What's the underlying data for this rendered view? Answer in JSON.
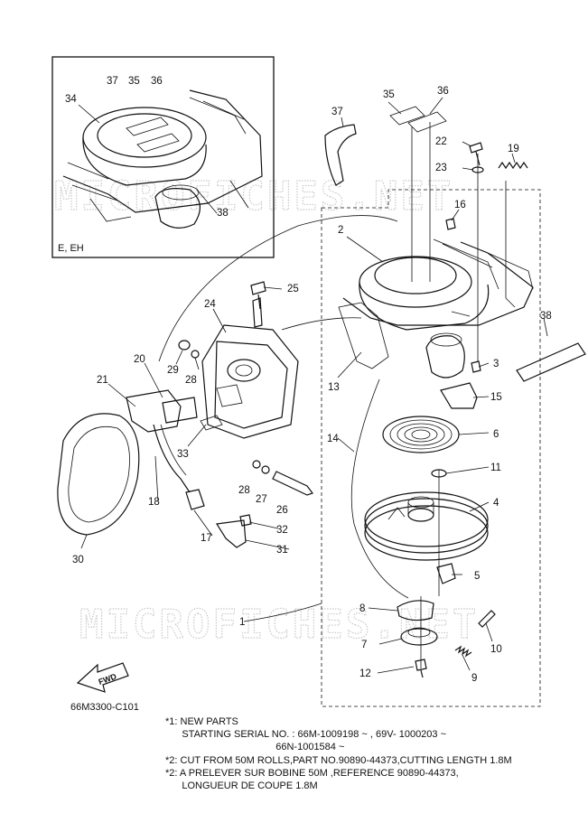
{
  "callouts": [
    {
      "id": "c1",
      "text": "1"
    },
    {
      "id": "c2",
      "text": "2"
    },
    {
      "id": "c3",
      "text": "3"
    },
    {
      "id": "c4",
      "text": "4"
    },
    {
      "id": "c5",
      "text": "5"
    },
    {
      "id": "c6",
      "text": "6"
    },
    {
      "id": "c7",
      "text": "7"
    },
    {
      "id": "c8",
      "text": "8"
    },
    {
      "id": "c9",
      "text": "9"
    },
    {
      "id": "c10",
      "text": "10"
    },
    {
      "id": "c11",
      "text": "11"
    },
    {
      "id": "c12",
      "text": "12"
    },
    {
      "id": "c13",
      "text": "13"
    },
    {
      "id": "c14",
      "text": "14"
    },
    {
      "id": "c15",
      "text": "15"
    },
    {
      "id": "c16",
      "text": "16"
    },
    {
      "id": "c17",
      "text": "17"
    },
    {
      "id": "c18",
      "text": "18"
    },
    {
      "id": "c19",
      "text": "19"
    },
    {
      "id": "c20",
      "text": "20"
    },
    {
      "id": "c21",
      "text": "21"
    },
    {
      "id": "c22",
      "text": "22"
    },
    {
      "id": "c23",
      "text": "23"
    },
    {
      "id": "c24",
      "text": "24"
    },
    {
      "id": "c25",
      "text": "25"
    },
    {
      "id": "c26",
      "text": "26"
    },
    {
      "id": "c27",
      "text": "27"
    },
    {
      "id": "c28a",
      "text": "28"
    },
    {
      "id": "c28b",
      "text": "28"
    },
    {
      "id": "c29",
      "text": "29"
    },
    {
      "id": "c30",
      "text": "30"
    },
    {
      "id": "c31",
      "text": "31"
    },
    {
      "id": "c32",
      "text": "32"
    },
    {
      "id": "c33",
      "text": "33"
    },
    {
      "id": "c34",
      "text": "34"
    },
    {
      "id": "c35a",
      "text": "35"
    },
    {
      "id": "c35b",
      "text": "35"
    },
    {
      "id": "c36a",
      "text": "36"
    },
    {
      "id": "c36b",
      "text": "36"
    },
    {
      "id": "c37a",
      "text": "37"
    },
    {
      "id": "c37b",
      "text": "37"
    },
    {
      "id": "c38a",
      "text": "38"
    },
    {
      "id": "c38b",
      "text": "38"
    }
  ],
  "inset_label": "E, EH",
  "fwd_label": "FWD",
  "diagram_code": "66M3300-C101",
  "watermark": "MICROFICHES.NET",
  "notes": [
    "*1: NEW PARTS",
    "      STARTING SERIAL NO. : 66M-1009198 ~ , 69V- 1000203 ~",
    "                                        66N-1001584 ~",
    "*2: CUT FROM 50M ROLLS,PART NO.90890-44373,CUTTING LENGTH 1.8M",
    "*2: A PRELEVER SUR BOBINE 50M ,REFERENCE 90890-44373,",
    "      LONGUEUR DE COUPE 1.8M"
  ]
}
